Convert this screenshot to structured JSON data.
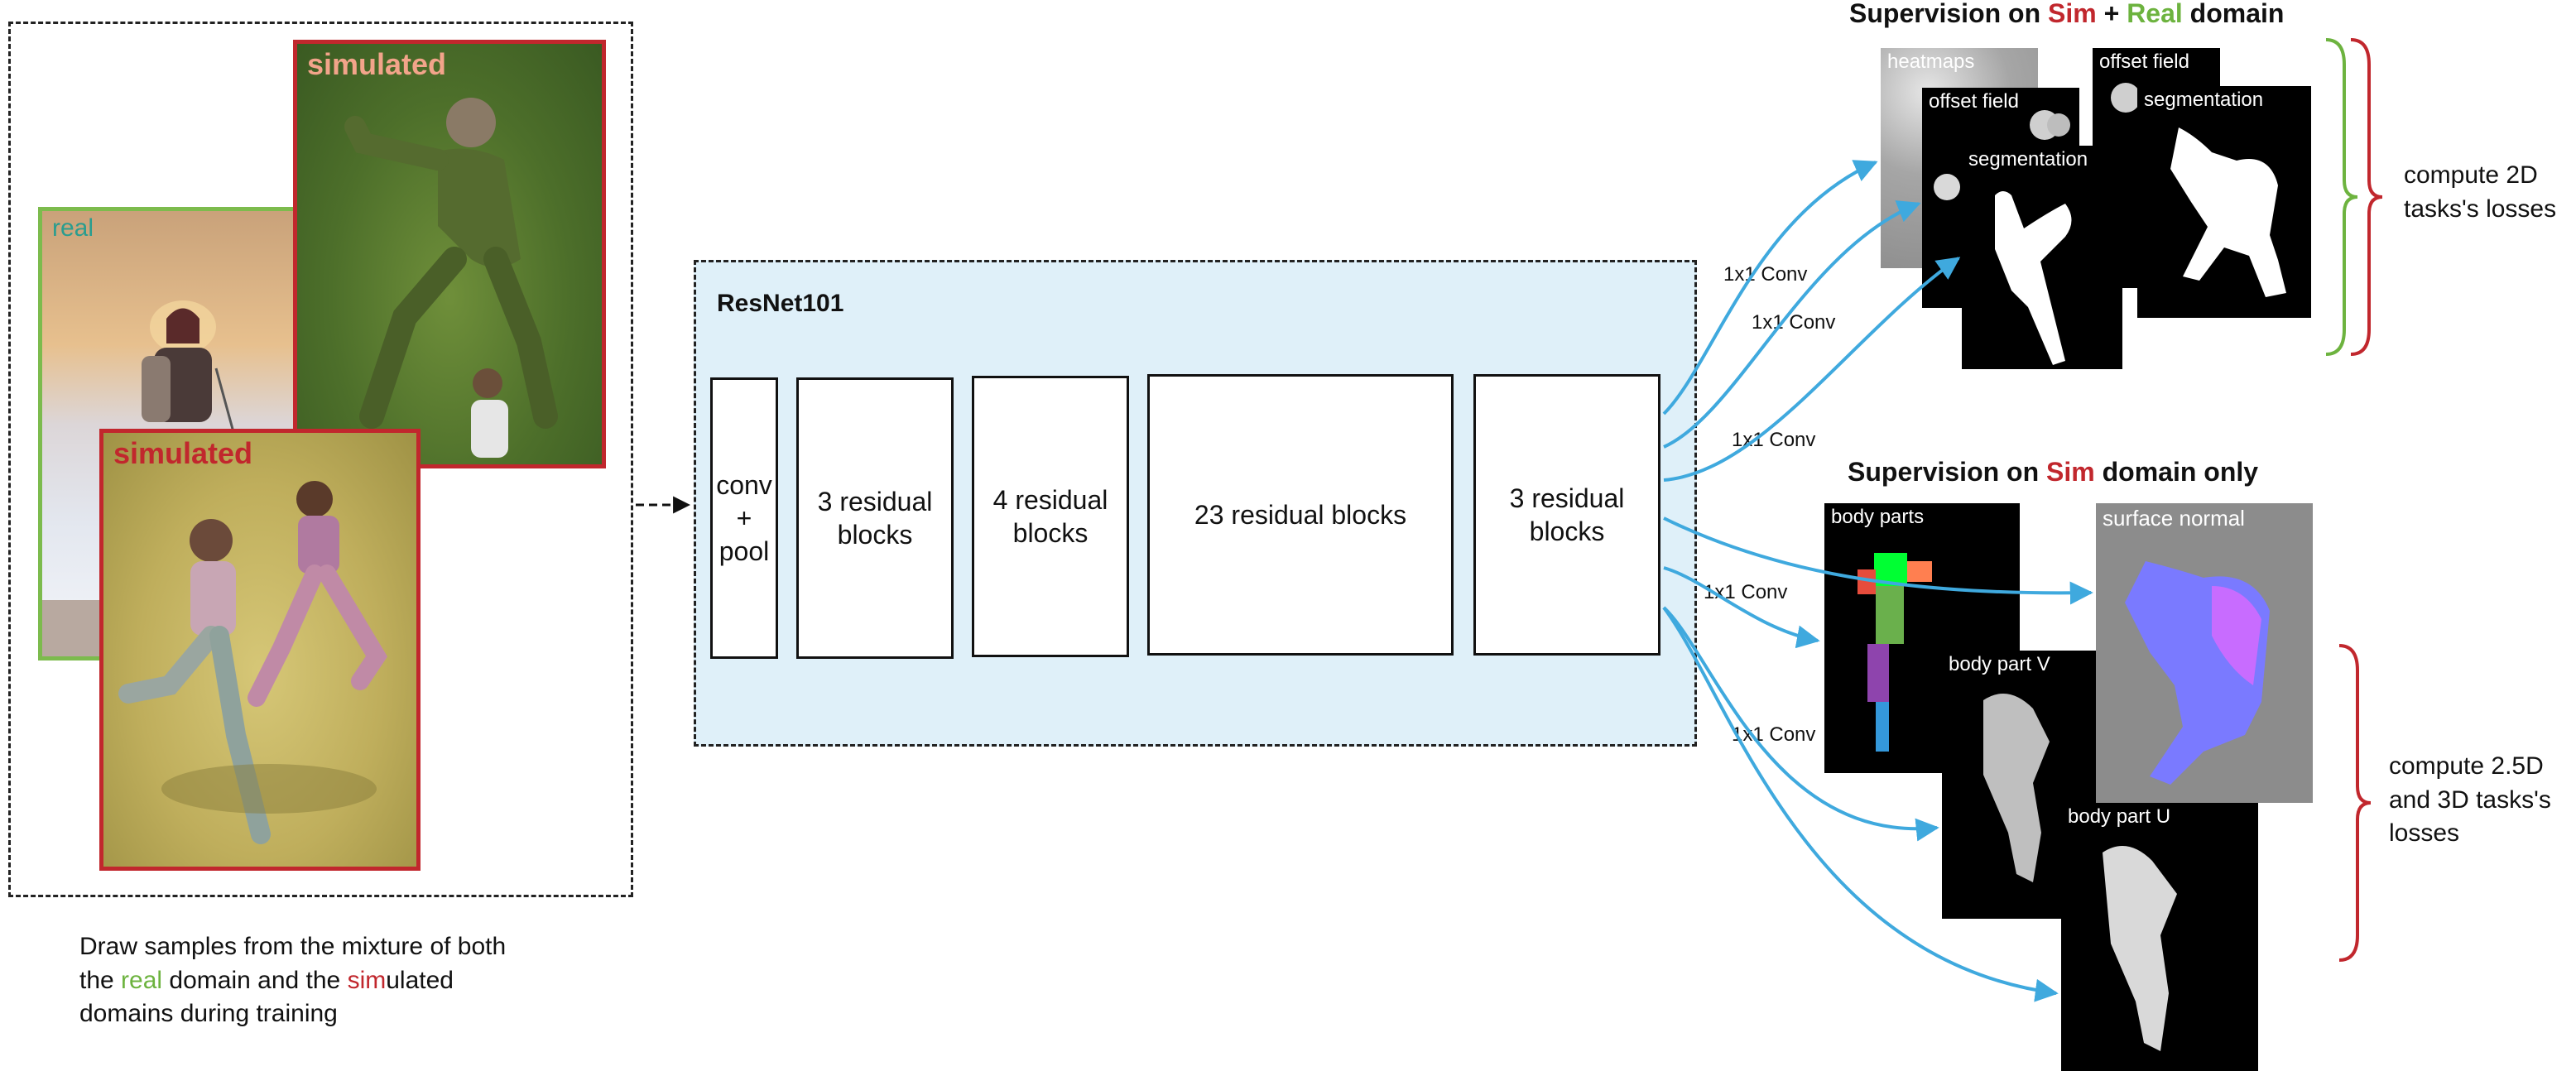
{
  "colors": {
    "sim_red": "#c1272d",
    "real_green": "#6db33f",
    "arrow_blue": "#3fa9de",
    "resnet_fill": "#dff0f9",
    "sim_label_light": "#f2a48a",
    "real_label_teal": "#2a9d8f"
  },
  "input": {
    "real_label": "real",
    "sim_label_back": "simulated",
    "sim_label_front": "simulated"
  },
  "caption": {
    "line1": "Draw samples from the mixture of both",
    "line2_pre": "the ",
    "line2_real": "real",
    "line2_mid": " domain and the ",
    "line2_sim": "sim",
    "line2_post": "ulated",
    "line3": "domains during training"
  },
  "resnet": {
    "title": "ResNet101",
    "blocks": [
      {
        "l1": "conv",
        "l2": "+",
        "l3": "pool"
      },
      {
        "l1": "3 residual",
        "l2": "blocks"
      },
      {
        "l1": "4 residual",
        "l2": "blocks"
      },
      {
        "l1": "23 residual blocks"
      },
      {
        "l1": "3 residual",
        "l2": "blocks"
      }
    ]
  },
  "conv_labels": [
    "1x1 Conv",
    "1x1 Conv",
    "1x1 Conv",
    "1x1 Conv",
    "1x1 Conv"
  ],
  "top_section": {
    "title_pre": "Supervision on ",
    "title_sim": "Sim",
    "title_plus": " + ",
    "title_real": "Real",
    "title_post": " domain",
    "panels": {
      "heatmaps": "heatmaps",
      "offset_field_a": "offset field",
      "segmentation_a": "segmentation",
      "offset_field_b": "offset field",
      "segmentation_b": "segmentation"
    },
    "loss_line1": "compute 2D",
    "loss_line2": "tasks's losses"
  },
  "bottom_section": {
    "title_pre": "Supervision on ",
    "title_sim": "Sim",
    "title_post": " domain only",
    "panels": {
      "body_parts": "body parts",
      "surface_normal": "surface normal",
      "body_part_v": "body part V",
      "body_part_u": "body part U"
    },
    "loss_line1": "compute 2.5D",
    "loss_line2": "and 3D tasks's",
    "loss_line3": "losses"
  }
}
